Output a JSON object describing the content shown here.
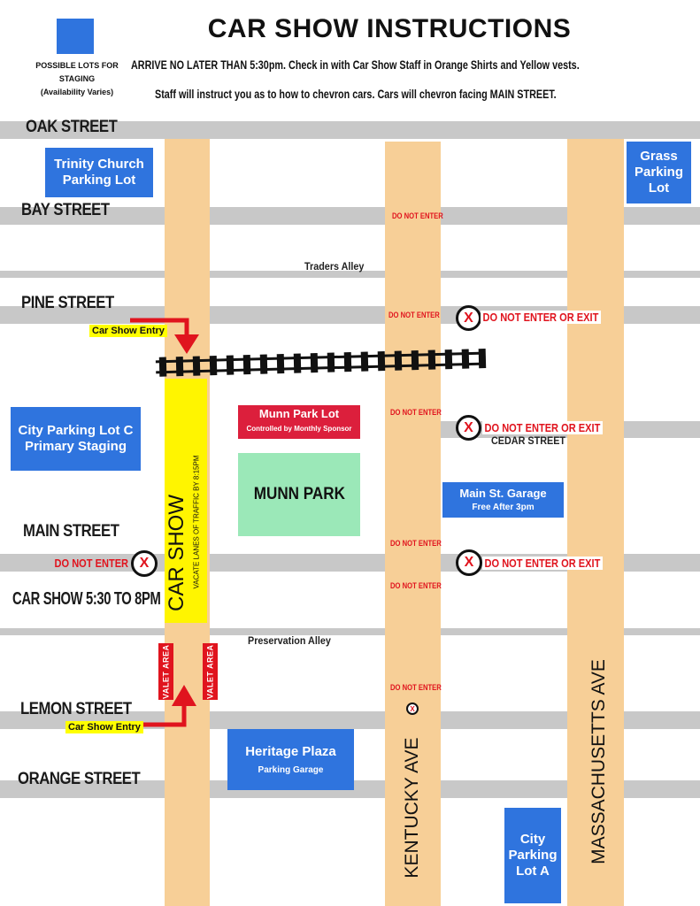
{
  "header": {
    "title": "CAR SHOW INSTRUCTIONS",
    "line1": "ARRIVE NO LATER THAN 5:30pm. Check in with Car Show Staff in Orange Shirts and Yellow vests.",
    "line2": "Staff will instruct you as to how to chevron cars. Cars will chevron facing MAIN STREET."
  },
  "legend": {
    "color": "#2f74de",
    "label1": "POSSIBLE LOTS FOR",
    "label2": "STAGING",
    "label3": "(Availability Varies)"
  },
  "streets": {
    "oak": "OAK STREET",
    "bay": "BAY STREET",
    "traders": "Traders Alley",
    "pine": "PINE STREET",
    "cedar": "CEDAR STREET",
    "main": "MAIN STREET",
    "preservation": "Preservation  Alley",
    "lemon": "LEMON STREET",
    "orange": "ORANGE STREET",
    "kentucky": "KENTUCKY AVE",
    "massachusetts": "MASSACHUSETTS AVE"
  },
  "lots": {
    "trinity": [
      "Trinity Church",
      "Parking Lot"
    ],
    "grass": [
      "Grass",
      "Parking",
      "Lot"
    ],
    "city_c": [
      "City Parking Lot C",
      "Primary Staging"
    ],
    "main_garage": [
      "Main St. Garage",
      "Free After 3pm"
    ],
    "heritage": [
      "Heritage Plaza",
      "Parking Garage"
    ],
    "city_a": [
      "City",
      "Parking",
      "Lot A"
    ]
  },
  "munn_lot": {
    "title": "Munn Park Lot",
    "subtitle": "Controlled by Monthly Sponsor",
    "color": "#dc1f3c"
  },
  "munn_park": {
    "label": "MUNN PARK",
    "color": "#9be8b8"
  },
  "car_show": {
    "label": "CAR SHOW",
    "sub": "VACATE LANES OF TRAFFIC BY 8:15PM",
    "time": "CAR SHOW 5:30 TO 8PM",
    "color": "#fff500"
  },
  "entry_label": "Car Show Entry",
  "valet_label": "VALET AREA",
  "do_not_enter": "DO NOT ENTER",
  "do_not_enter_exit": "DO NOT ENTER OR EXIT",
  "x_glyph": "X",
  "colors": {
    "road": "#c8c8c8",
    "avenue": "#f7cf97",
    "lot_blue": "#2f74de",
    "warning_red": "#e0141e"
  }
}
